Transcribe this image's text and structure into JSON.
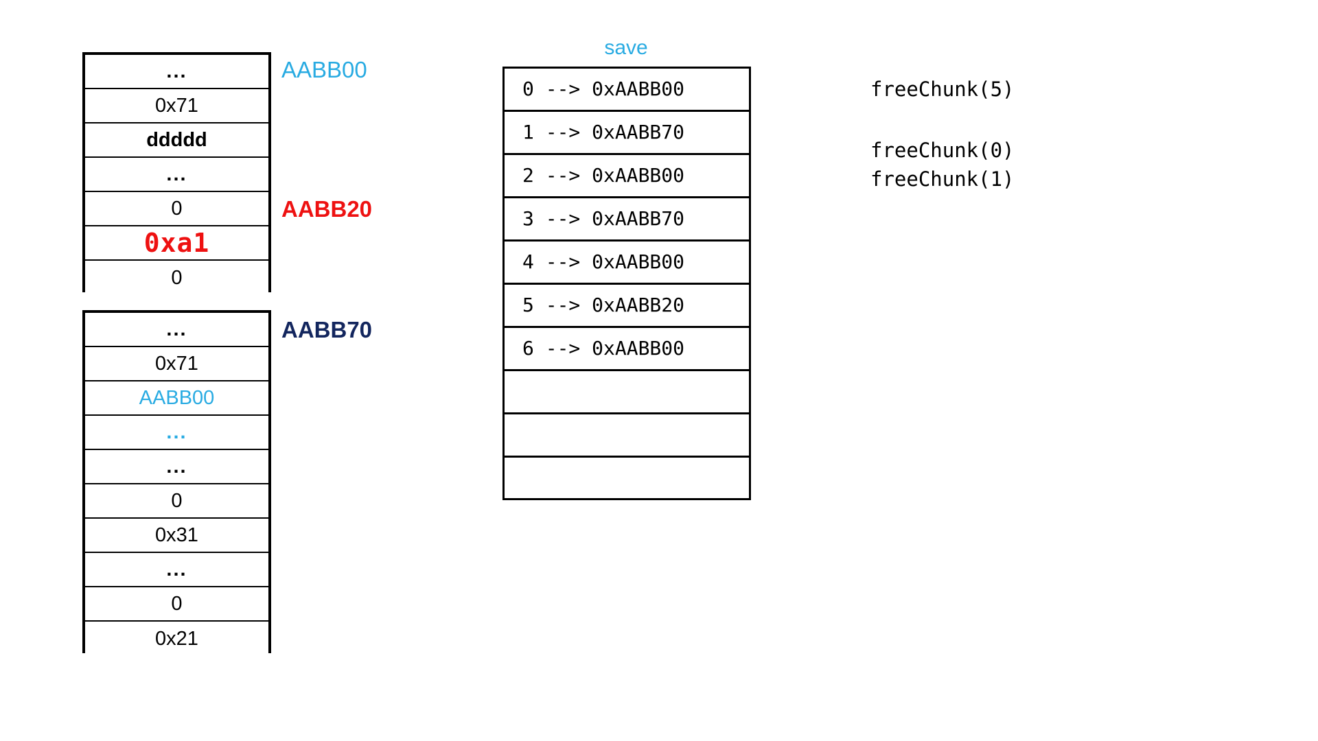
{
  "heap_chunks": [
    {
      "id": "chunk-a",
      "label": {
        "text": "AABB00",
        "color": "#29ABE2",
        "style": "normal"
      },
      "rows": [
        {
          "text": "...",
          "style": "ellipsis"
        },
        {
          "text": "0x71",
          "style": "normal"
        },
        {
          "text": "ddddd",
          "style": "bold"
        },
        {
          "text": "...",
          "style": "ellipsis"
        },
        {
          "text": "0",
          "style": "normal"
        },
        {
          "text": "0xa1",
          "style": "red-mono"
        },
        {
          "text": "0",
          "style": "normal"
        }
      ],
      "mid_label": {
        "text": "AABB20",
        "color": "#EE1111",
        "style": "bold"
      }
    },
    {
      "id": "chunk-b",
      "label": {
        "text": "AABB70",
        "color": "#13265E",
        "style": "bold"
      },
      "rows": [
        {
          "text": "...",
          "style": "ellipsis"
        },
        {
          "text": "0x71",
          "style": "normal"
        },
        {
          "text": "AABB00",
          "style": "cyan"
        },
        {
          "text": "...",
          "style": "cyan-ellipsis"
        },
        {
          "text": "...",
          "style": "ellipsis"
        },
        {
          "text": "0",
          "style": "normal"
        },
        {
          "text": "0x31",
          "style": "normal"
        },
        {
          "text": "...",
          "style": "ellipsis"
        },
        {
          "text": "0",
          "style": "normal"
        },
        {
          "text": "0x21",
          "style": "normal"
        }
      ]
    }
  ],
  "save_table": {
    "title": "save",
    "title_color": "#29ABE2",
    "entries": [
      "0 --> 0xAABB00",
      "1 --> 0xAABB70",
      "2 --> 0xAABB00",
      "3 --> 0xAABB70",
      "4 --> 0xAABB00",
      "5 --> 0xAABB20",
      "6 --> 0xAABB00"
    ],
    "empty_rows": 3
  },
  "code": {
    "free_5": "freeChunk(5)",
    "free_0": "freeChunk(0)",
    "free_1": "freeChunk(1)"
  },
  "colors": {
    "cyan": "#29ABE2",
    "red": "#EE1111",
    "navy": "#13265E",
    "black": "#000000",
    "background": "#FFFFFF"
  }
}
